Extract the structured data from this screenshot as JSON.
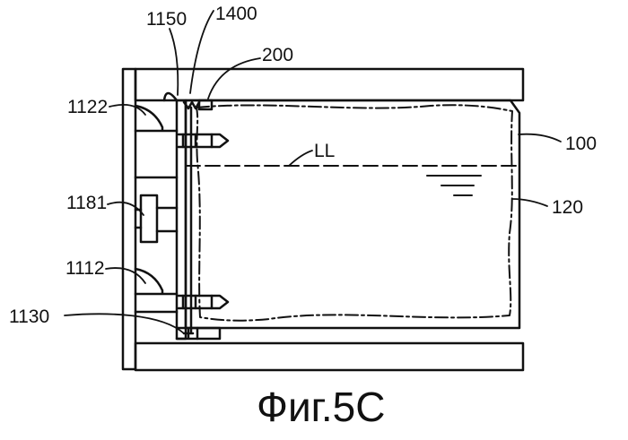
{
  "figure": {
    "caption": "Фиг.5C",
    "labels": {
      "l1150": "1150",
      "l1400": "1400",
      "l200": "200",
      "l1122": "1122",
      "l1181": "1181",
      "l1112": "1112",
      "l1130": "1130",
      "l100": "100",
      "l120": "120",
      "lLL": "LL"
    }
  }
}
